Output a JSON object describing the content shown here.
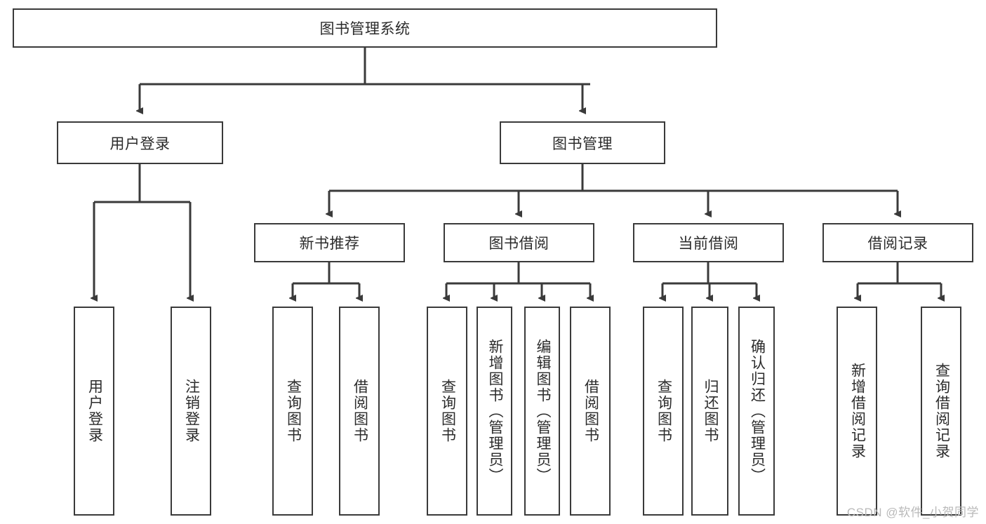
{
  "diagram": {
    "title": "图书管理系统",
    "type": "tree-hierarchy-chart",
    "root": {
      "label": "图书管理系统"
    },
    "level2": [
      {
        "label": "用户登录"
      },
      {
        "label": "图书管理"
      }
    ],
    "level3": [
      {
        "label": "新书推荐"
      },
      {
        "label": "图书借阅"
      },
      {
        "label": "当前借阅"
      },
      {
        "label": "借阅记录"
      }
    ],
    "leaves": [
      {
        "label": "用户登录",
        "parent": "用户登录"
      },
      {
        "label": "注销登录",
        "parent": "用户登录"
      },
      {
        "label": "查询图书",
        "parent": "新书推荐"
      },
      {
        "label": "借阅图书",
        "parent": "新书推荐"
      },
      {
        "label": "查询图书",
        "parent": "图书借阅"
      },
      {
        "label": "新增图书（管理员）",
        "parent": "图书借阅"
      },
      {
        "label": "编辑图书（管理员）",
        "parent": "图书借阅"
      },
      {
        "label": "借阅图书",
        "parent": "图书借阅"
      },
      {
        "label": "查询图书",
        "parent": "当前借阅"
      },
      {
        "label": "归还图书",
        "parent": "当前借阅"
      },
      {
        "label": "确认归还（管理员）",
        "parent": "当前借阅"
      },
      {
        "label": "新增借阅记录",
        "parent": "借阅记录"
      },
      {
        "label": "查询借阅记录",
        "parent": "借阅记录"
      }
    ]
  },
  "watermark": {
    "text": "CSDN @软件_小贺同学"
  },
  "colors": {
    "stroke": "#3a3a3a",
    "text": "#2b2b2b",
    "background": "#ffffff",
    "watermark": "#b9b9b9"
  }
}
